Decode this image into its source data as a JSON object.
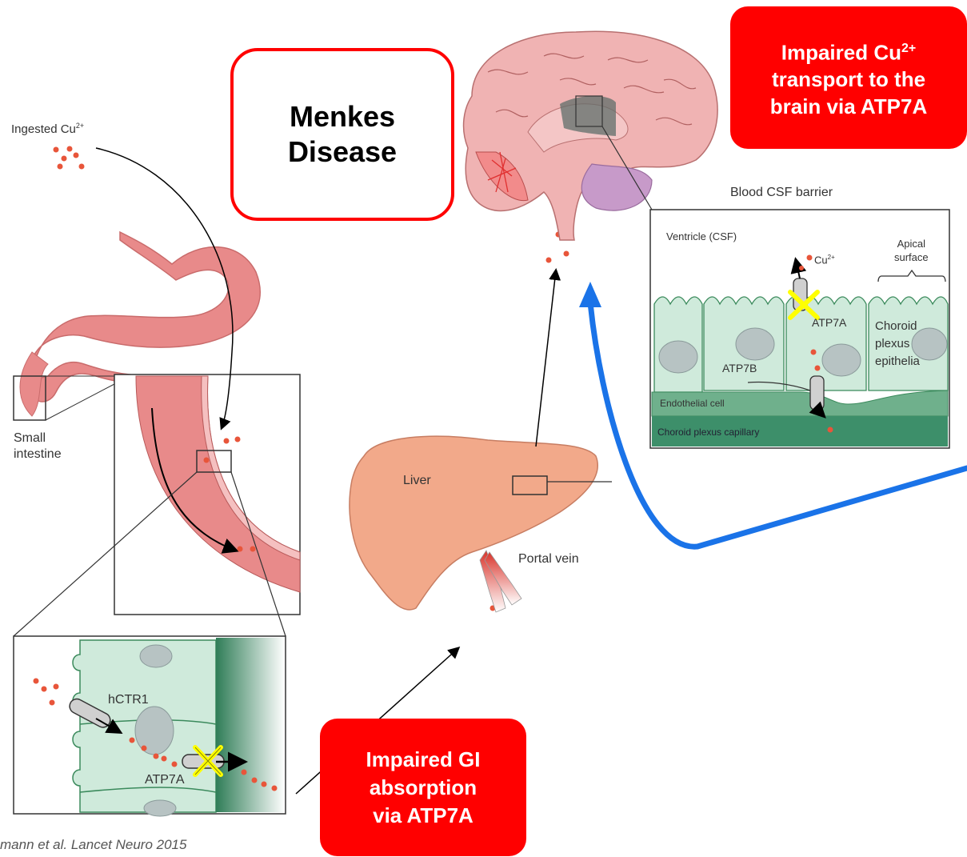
{
  "title_box": {
    "text": "Menkes Disease"
  },
  "callouts": {
    "brain_transport": {
      "line1": "Impaired Cu",
      "sup": "2+",
      "line2": "transport to the",
      "line3": "brain via ATP7A"
    },
    "gi_absorption": {
      "line1": "Impaired GI",
      "line2": "absorption",
      "line3": "via ATP7A"
    }
  },
  "labels": {
    "ingested": "Ingested Cu",
    "ingested_sup": "2+",
    "small_intestine_1": "Small",
    "small_intestine_2": "intestine",
    "liver": "Liver",
    "portal_vein": "Portal vein",
    "blood_csf_barrier": "Blood CSF barrier",
    "ventricle": "Ventricle (CSF)",
    "apical_1": "Apical",
    "apical_2": "surface",
    "cu_csf": "Cu",
    "cu_csf_sup": "2+",
    "atp7a_csf": "ATP7A",
    "atp7b_csf": "ATP7B",
    "choroid_1": "Choroid",
    "choroid_2": "plexus",
    "choroid_3": "epithelia",
    "endothelial": "Endothelial cell",
    "capillary": "Choroid plexus capillary",
    "hctr1": "hCTR1",
    "atp7a_gut": "ATP7A"
  },
  "citation": "mann et al. Lancet Neuro 2015",
  "colors": {
    "callout_red": "#ff0000",
    "blue_arrow": "#1a73e8",
    "block_mark": "#ffff00",
    "copper_dot": "#e8553a",
    "epithelium": "#cfeadb",
    "capillary": "#3d8f6a",
    "stomach": "#e88a8a",
    "liver": "#f2a98a",
    "brain": "#f0b3b3"
  }
}
